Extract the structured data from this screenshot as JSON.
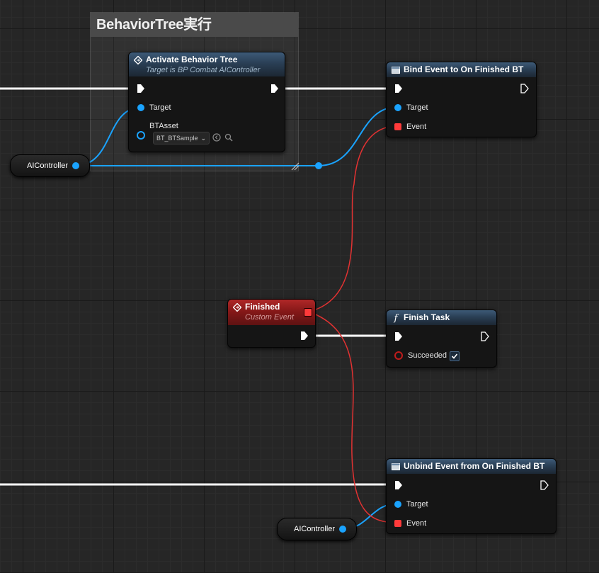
{
  "comment": {
    "title": "BehaviorTree実行"
  },
  "activate_node": {
    "title": "Activate Behavior Tree",
    "subtitle": "Target is BP Combat AIController",
    "pins": {
      "target": "Target",
      "bt_asset": "BTAsset"
    },
    "bt_asset_value": "BT_BTSample"
  },
  "bind_node": {
    "title": "Bind Event to On Finished BT",
    "pins": {
      "target": "Target",
      "event": "Event"
    }
  },
  "finished_node": {
    "title": "Finished",
    "subtitle": "Custom Event"
  },
  "finish_task_node": {
    "title": "Finish Task",
    "pins": {
      "succeeded": "Succeeded"
    },
    "succeeded_checked": true
  },
  "unbind_node": {
    "title": "Unbind Event from On Finished BT",
    "pins": {
      "target": "Target",
      "event": "Event"
    }
  },
  "getter_1": {
    "label": "AIController"
  },
  "getter_2": {
    "label": "AIController"
  },
  "colors": {
    "object_pin": "#1aa3ff",
    "delegate_pin": "#ff3a3a",
    "exec_wire": "#ffffff",
    "bool_pin": "#c01c1c",
    "function_header": "#2a3f55",
    "event_header": "#861818"
  },
  "icons": {
    "event_node": "diamond-arrow-icon",
    "function_node": "function-f-icon",
    "delegate_node": "window-icon",
    "browse": "browse-arrow-icon",
    "search": "magnifier-icon"
  }
}
